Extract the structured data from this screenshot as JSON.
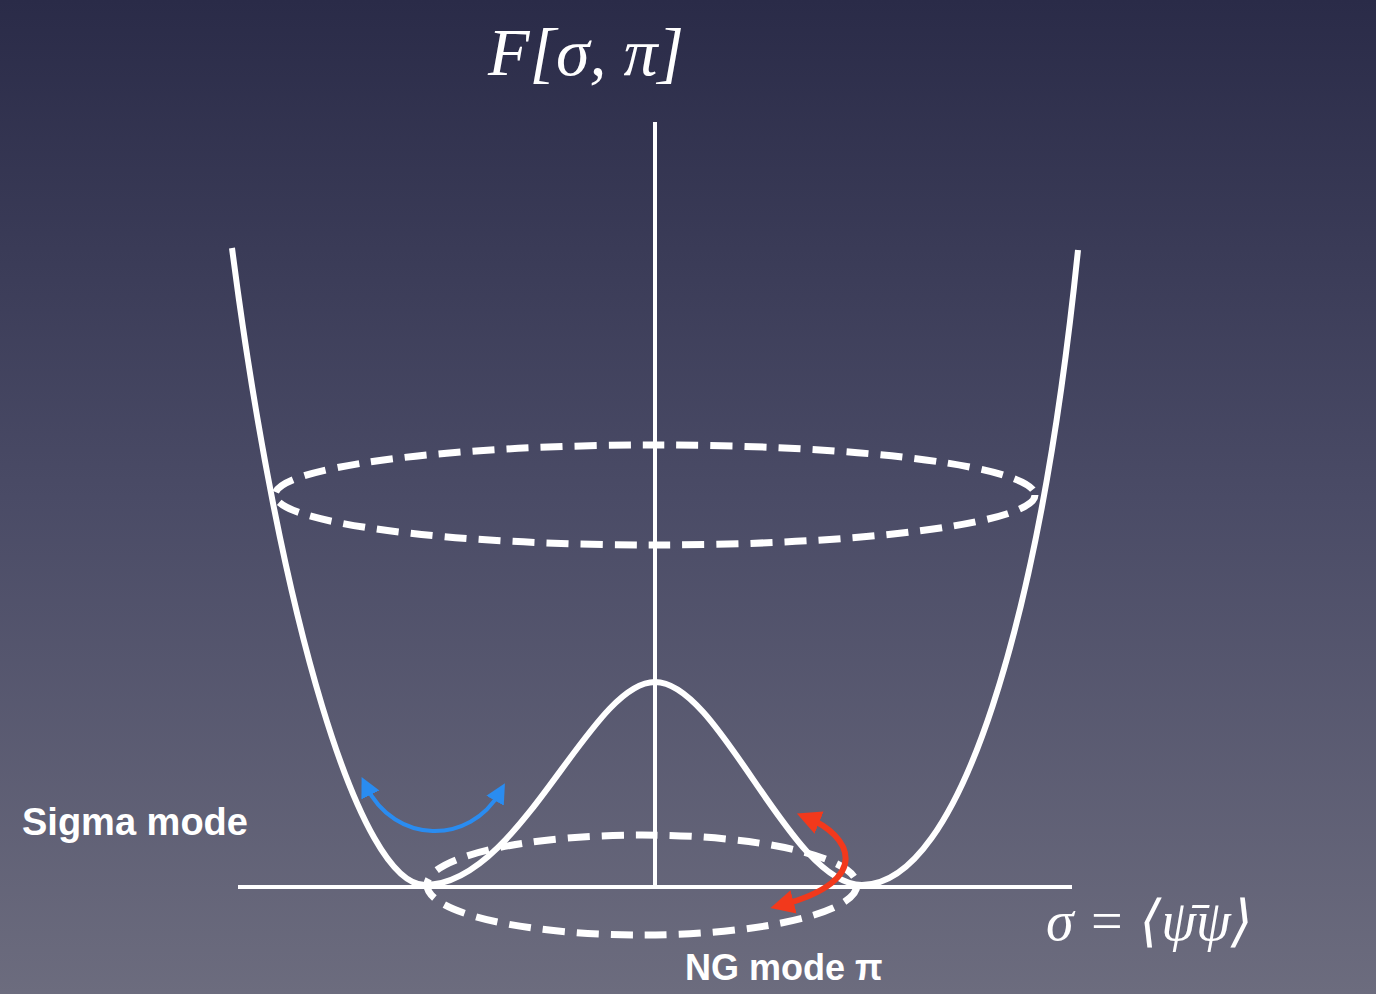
{
  "diagram": {
    "labels": [
      "F[σ, π]",
      "σ = ⟨ψ̄ψ⟩",
      "Sigma mode",
      "NG mode π"
    ]
  }
}
